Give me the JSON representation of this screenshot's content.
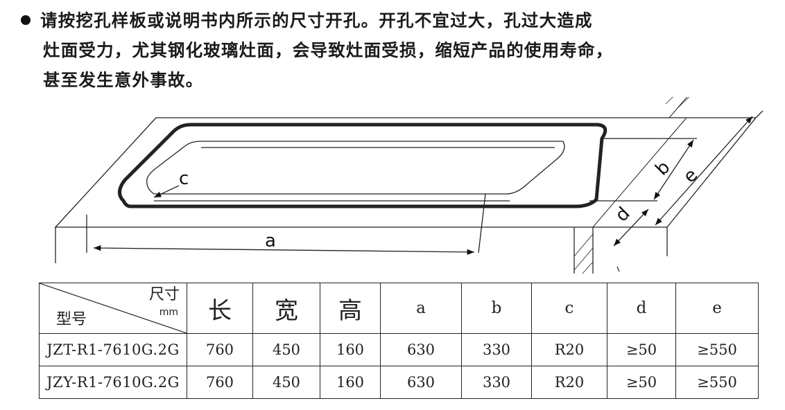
{
  "note": {
    "line1": "请按挖孔样板或说明书内所示的尺寸开孔。开孔不宜过大，孔过大造成",
    "line2": "灶面受力，尤其钢化玻璃灶面，会导致灶面受损，缩短产品的使用寿命，",
    "line3": "甚至发生意外事故。"
  },
  "diagram_labels": {
    "a": "a",
    "b": "b",
    "c": "c",
    "d": "d",
    "e": "e"
  },
  "table": {
    "corner_top": "尺寸",
    "corner_unit": "mm",
    "corner_bottom": "型号",
    "headers": [
      "长",
      "宽",
      "高",
      "a",
      "b",
      "c",
      "d",
      "e"
    ],
    "rows": [
      [
        "JZT-R1-7610G.2G",
        "760",
        "450",
        "160",
        "630",
        "330",
        "R20",
        "≥50",
        "≥550"
      ],
      [
        "JZY-R1-7610G.2G",
        "760",
        "450",
        "160",
        "630",
        "330",
        "R20",
        "≥50",
        "≥550"
      ]
    ]
  }
}
